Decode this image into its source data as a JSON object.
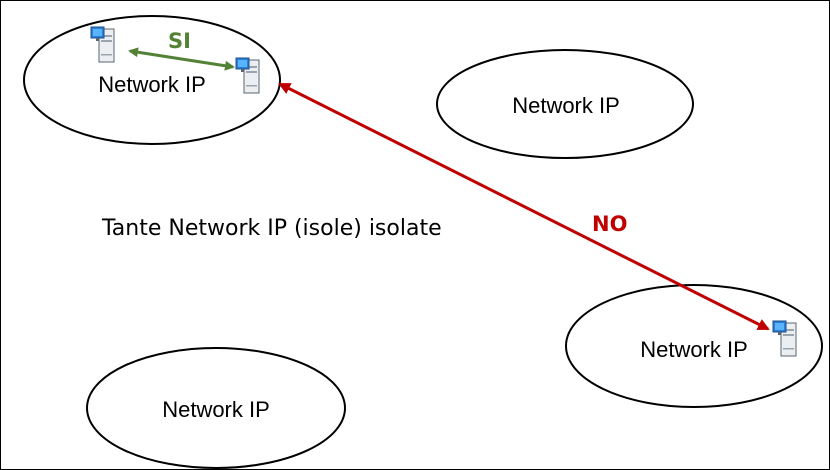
{
  "networks": [
    {
      "label": "Network IP"
    },
    {
      "label": "Network IP"
    },
    {
      "label": "Network IP"
    },
    {
      "label": "Network IP"
    }
  ],
  "caption": "Tante Network IP (isole) isolate",
  "links": {
    "ok": {
      "label": "SI",
      "color": "#538135"
    },
    "blocked": {
      "label": "NO",
      "color": "#C00000"
    }
  },
  "icons": [
    "computer-icon",
    "computer-icon",
    "computer-icon"
  ]
}
